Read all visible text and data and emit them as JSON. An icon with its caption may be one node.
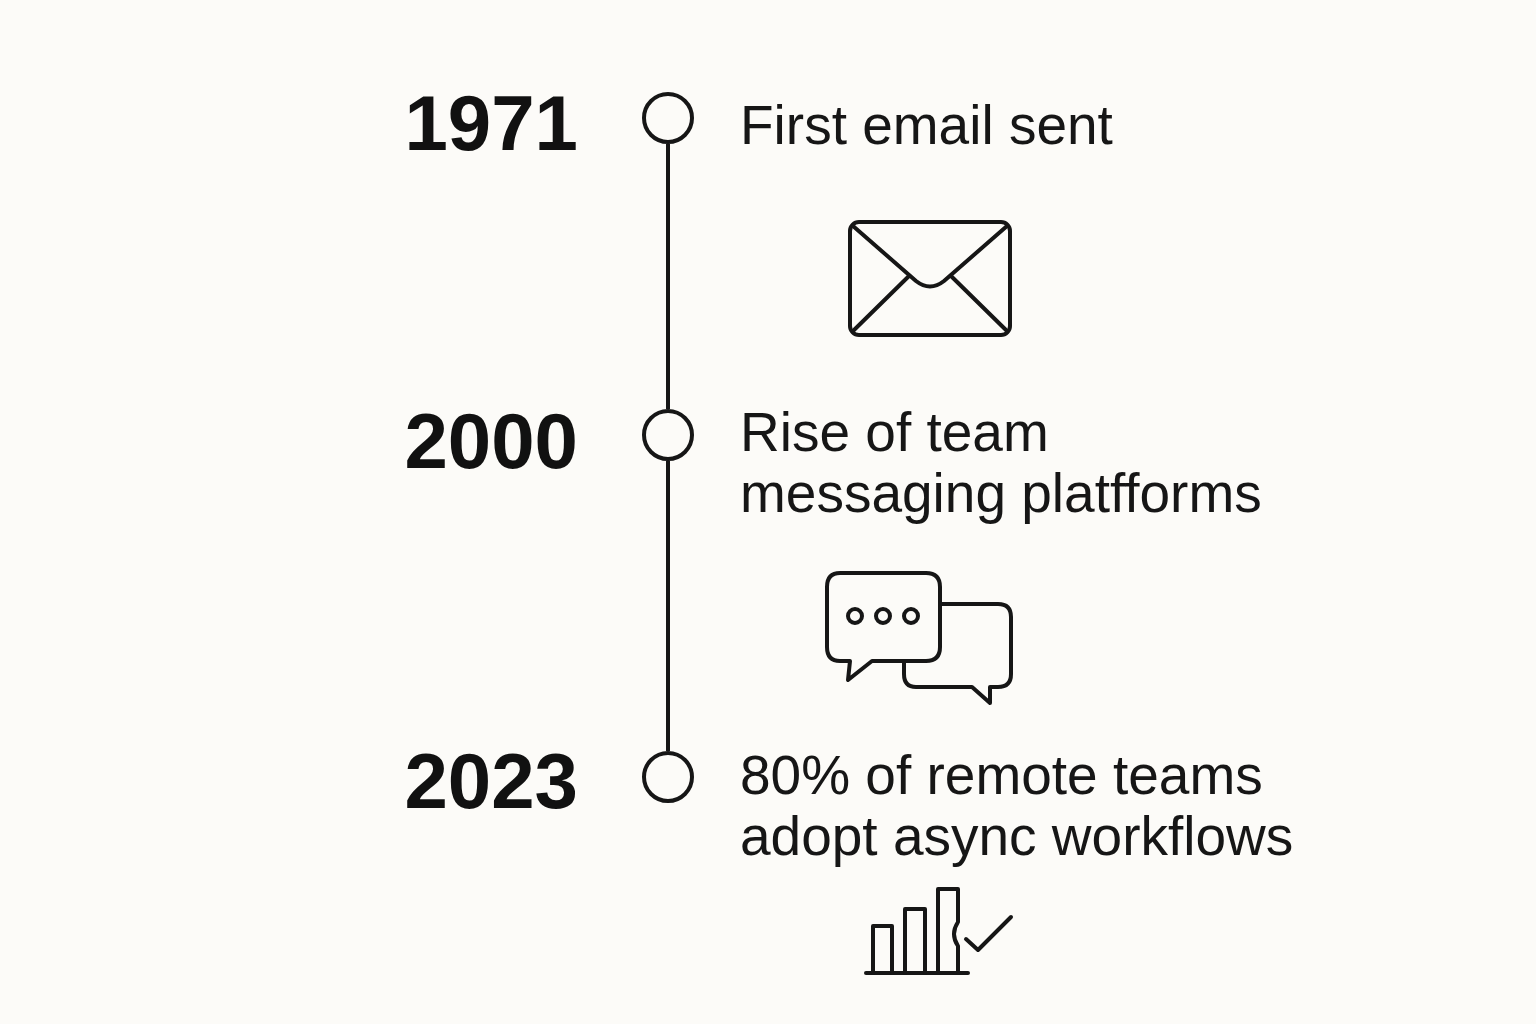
{
  "diagram": {
    "nodes": [
      {
        "text": [],
        "shape": "circle",
        "beside": [
          "1971",
          "First email sent"
        ]
      },
      {
        "text": [],
        "shape": "circle",
        "beside": [
          "2000",
          "Rise of team messaging platfforms"
        ]
      },
      {
        "text": [],
        "shape": "circle",
        "beside": [
          "2023",
          "80% of remote teams adopt async workflows"
        ]
      }
    ],
    "edges": [
      {
        "from": 0,
        "to": 1,
        "arrow": "none"
      },
      {
        "from": 1,
        "to": 2,
        "arrow": "none"
      }
    ]
  }
}
